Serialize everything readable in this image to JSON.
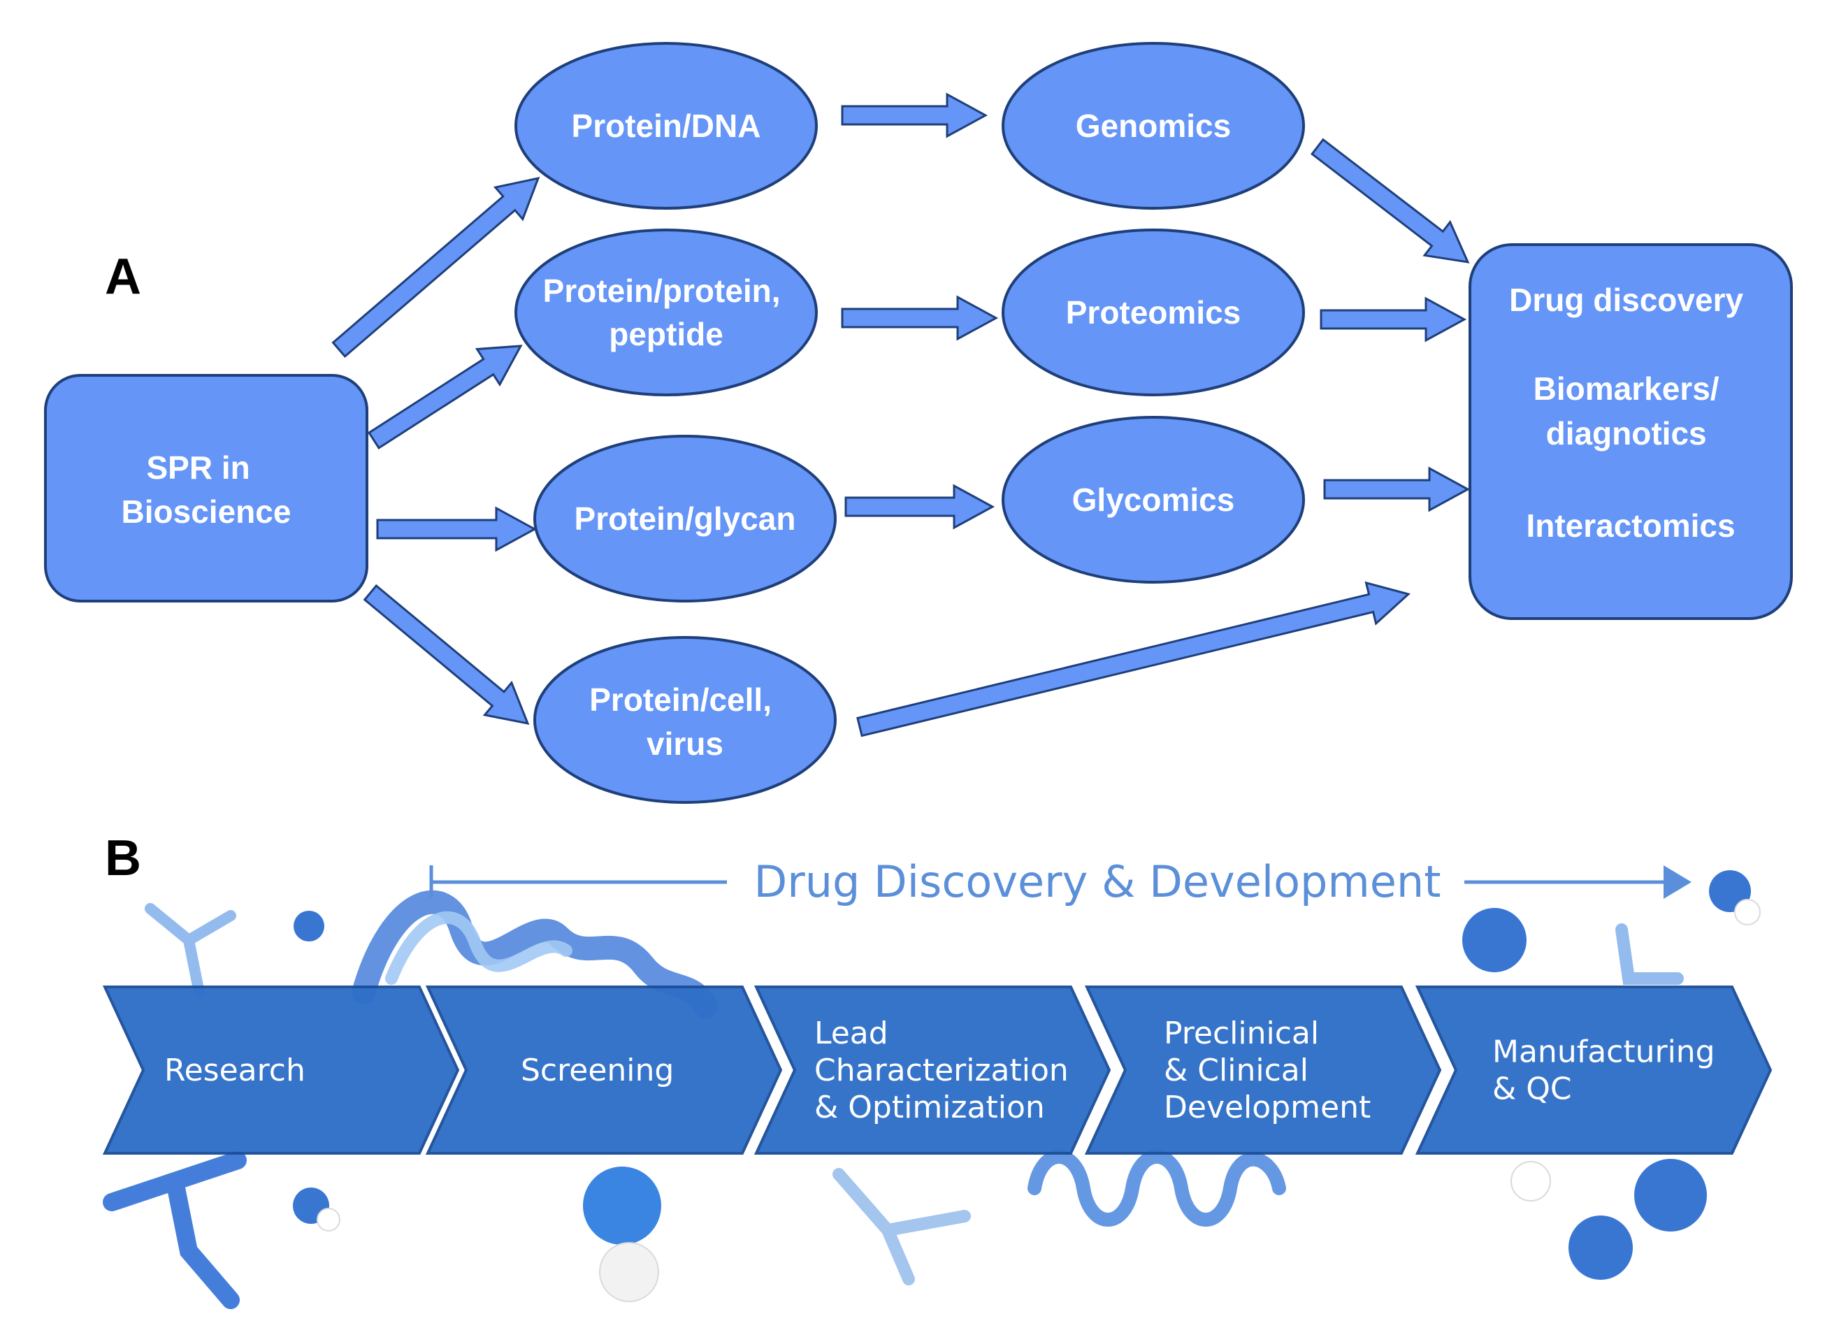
{
  "colors": {
    "node_fill": "#6495f7",
    "node_stroke": "#1f3f7a",
    "arrow_fill": "#6495f7",
    "stage_fill": "#2e6fc8",
    "stage_stroke": "#1c4f99",
    "timeline": "#5b8fd9"
  },
  "panel_a": {
    "label": "A",
    "source": {
      "lines": [
        "SPR in",
        "Bioscience"
      ]
    },
    "interactions": [
      {
        "lines": [
          "Protein/DNA"
        ]
      },
      {
        "lines": [
          "Protein/protein,",
          "peptide"
        ]
      },
      {
        "lines": [
          "Protein/glycan"
        ]
      },
      {
        "lines": [
          "Protein/cell,",
          "virus"
        ]
      }
    ],
    "omics": [
      {
        "lines": [
          "Genomics"
        ]
      },
      {
        "lines": [
          "Proteomics"
        ]
      },
      {
        "lines": [
          "Glycomics"
        ]
      }
    ],
    "outcomes": {
      "lines": [
        "Drug discovery",
        "Biomarkers/",
        "diagnotics",
        "Interactomics"
      ]
    }
  },
  "panel_b": {
    "label": "B",
    "timeline_title": "Drug Discovery & Development",
    "stages": [
      {
        "lines": [
          "Research"
        ]
      },
      {
        "lines": [
          "Screening"
        ]
      },
      {
        "lines": [
          "Lead",
          "Characterization",
          "& Optimization"
        ]
      },
      {
        "lines": [
          "Preclinical",
          "& Clinical",
          "Development"
        ]
      },
      {
        "lines": [
          "Manufacturing",
          "& QC"
        ]
      }
    ]
  }
}
